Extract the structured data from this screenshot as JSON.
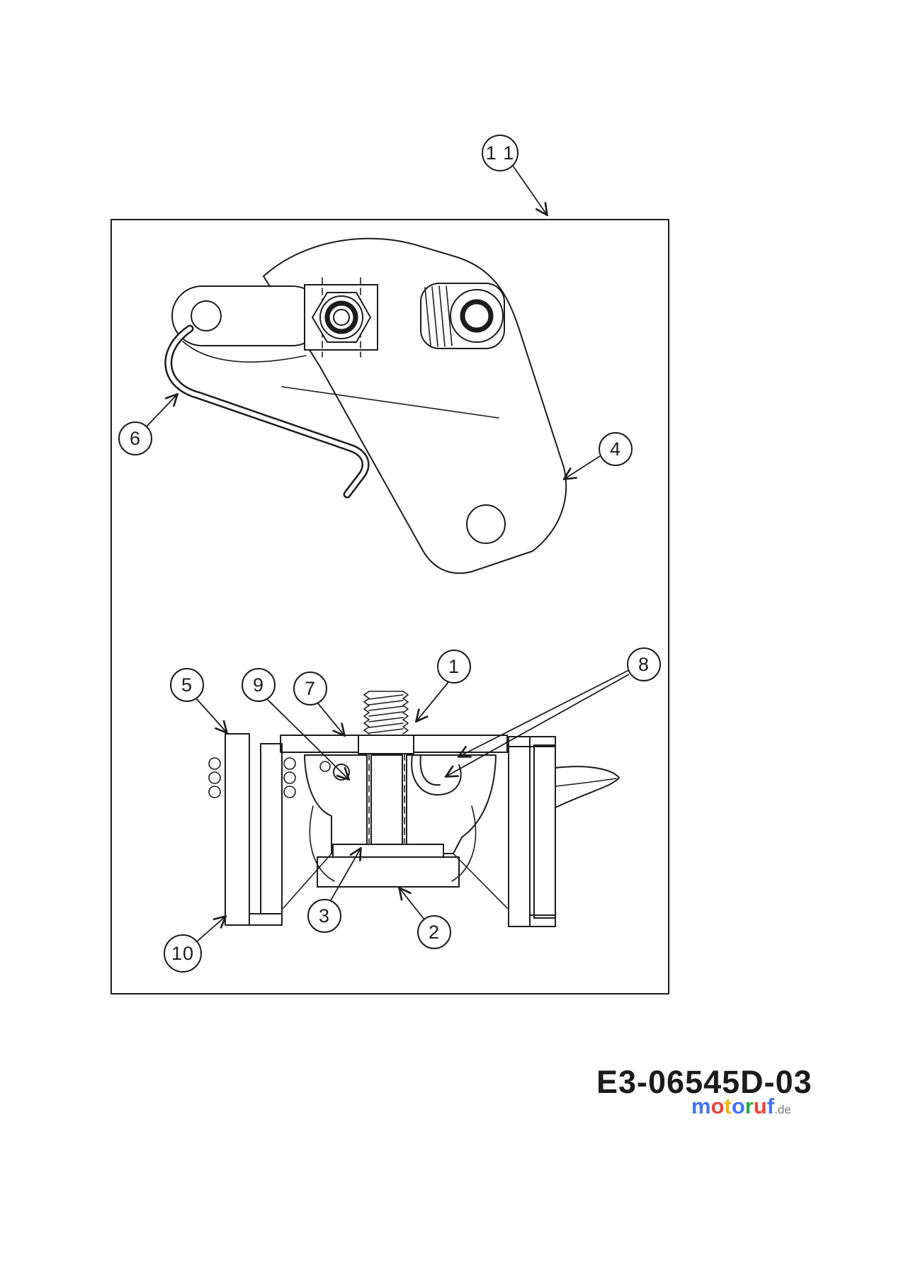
{
  "page": {
    "background": "#ffffff"
  },
  "callouts": {
    "c1": "1",
    "c2": "2",
    "c3": "3",
    "c4": "4",
    "c5": "5",
    "c6": "6",
    "c7": "7",
    "c8": "8",
    "c9": "9",
    "c10": "10",
    "c11": "1 1"
  },
  "footer": {
    "part_number": "E3-06545D-03"
  },
  "watermark": {
    "letters": [
      {
        "ch": "m",
        "color": "#4274f4"
      },
      {
        "ch": "o",
        "color": "#e8443a"
      },
      {
        "ch": "t",
        "color": "#f4b400"
      },
      {
        "ch": "o",
        "color": "#4274f4"
      },
      {
        "ch": "r",
        "color": "#2ca94f"
      },
      {
        "ch": "u",
        "color": "#e8443a"
      },
      {
        "ch": "f",
        "color": "#4274f4"
      }
    ],
    "suffix": ".de"
  }
}
